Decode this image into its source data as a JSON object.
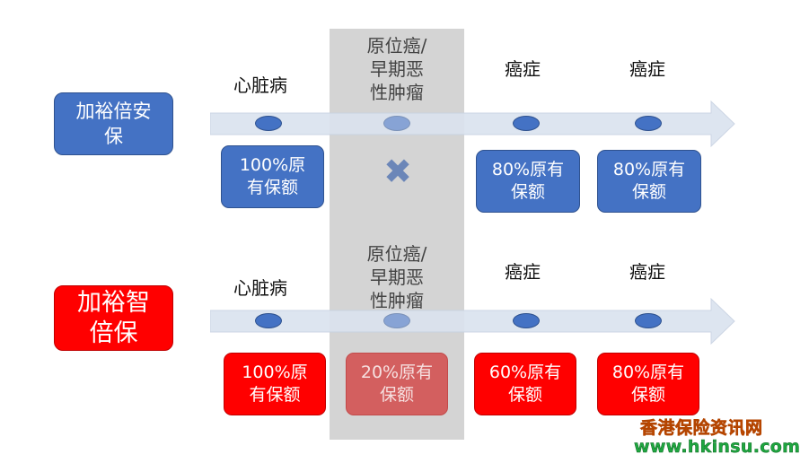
{
  "products": [
    {
      "name": "加裕倍安保",
      "color": "#4472c4"
    },
    {
      "name": "加裕智倍保",
      "color": "#ff0000"
    }
  ],
  "stages": {
    "heart": "心脏病",
    "early_line1": "原位癌/",
    "early_line2": "早期恶",
    "early_line3": "性肿瘤",
    "cancer1": "癌症",
    "cancer2": "癌症"
  },
  "row1_boxes": {
    "heart_line1": "100%原",
    "heart_line2": "有保额",
    "early_mark": "✖",
    "cancer1_line1": "80%原有",
    "cancer1_line2": "保额",
    "cancer2_line1": "80%原有",
    "cancer2_line2": "保额"
  },
  "row2_boxes": {
    "heart_line1": "100%原",
    "heart_line2": "有保额",
    "early_line1": "20%原有",
    "early_line2": "保额",
    "cancer1_line1": "60%原有",
    "cancer1_line2": "保额",
    "cancer2_line1": "80%原有",
    "cancer2_line2": "保额"
  },
  "watermark": {
    "line1": "香港保险资讯网",
    "line2": "www.hkinsu.com"
  },
  "colors": {
    "blue": "#4472c4",
    "red": "#ff0000",
    "arrow": "#dbe3ef",
    "highlight": "#d4d4d4"
  }
}
